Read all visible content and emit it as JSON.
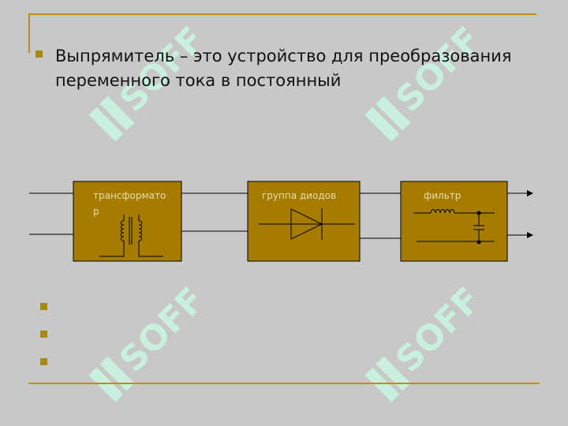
{
  "slide": {
    "main_text": "Выпрямитель – это устройство для преобразования переменного тока в постоянный",
    "empty_bullets": [
      "",
      "",
      ""
    ]
  },
  "diagram": {
    "blocks": [
      {
        "id": "transformer",
        "label_line1": "трансформато",
        "label_line2": "р"
      },
      {
        "id": "diodes",
        "label_line1": "группа диодов"
      },
      {
        "id": "filter",
        "label_line1": "фильтр"
      }
    ]
  },
  "watermark": {
    "text": "SOFF"
  },
  "colors": {
    "background": "#c8c8c8",
    "block_fill": "#a67c00",
    "accent": "#b8940a",
    "watermark": "#c9f0dc"
  }
}
